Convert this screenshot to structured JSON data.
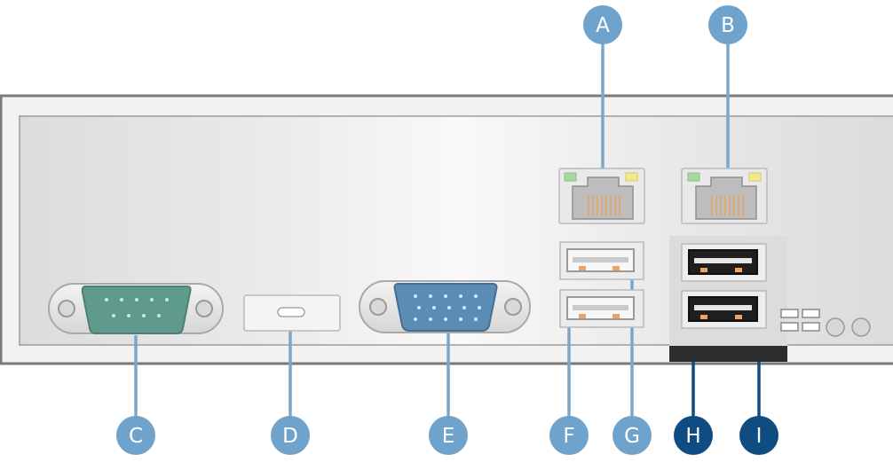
{
  "callouts": {
    "a": "A",
    "b": "B",
    "c": "C",
    "d": "D",
    "e": "E",
    "f": "F",
    "g": "G",
    "h": "H",
    "i": "I"
  },
  "colors": {
    "callout_light": "#6fa3cc",
    "callout_dark": "#0f4c81",
    "leader_line": "#7ba7c9",
    "serial_port": "#5f9b8c",
    "vga_port": "#5b8db4",
    "led_green": "#a8d5a2",
    "led_yellow": "#f3e98a",
    "usb_contact": "#f0a35e"
  }
}
